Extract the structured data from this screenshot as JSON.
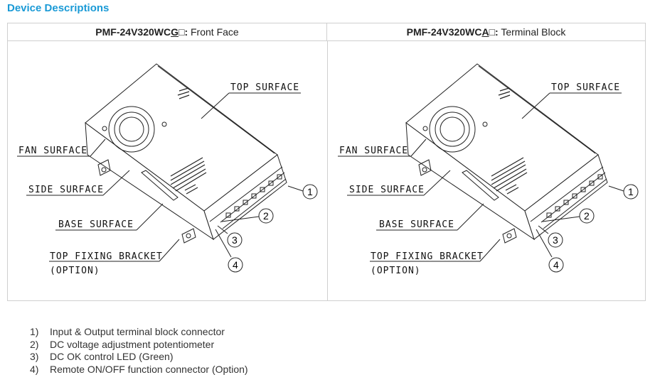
{
  "title": "Device Descriptions",
  "panels": [
    {
      "model_prefix": "PMF-24V320WC",
      "model_code": "G",
      "model_suffix": "□:",
      "description": " Front Face",
      "labels": {
        "top": "TOP SURFACE",
        "fan": "FAN SURFACE",
        "side": "SIDE SURFACE",
        "base": "BASE SURFACE",
        "bracket": "TOP FIXING BRACKET",
        "bracket_note": "(OPTION)"
      },
      "callouts": [
        "1",
        "2",
        "3",
        "4"
      ]
    },
    {
      "model_prefix": "PMF-24V320WC",
      "model_code": "A",
      "model_suffix": "□:",
      "description": " Terminal Block",
      "labels": {
        "top": "TOP SURFACE",
        "fan": "FAN SURFACE",
        "side": "SIDE SURFACE",
        "base": "BASE SURFACE",
        "bracket": "TOP FIXING BRACKET",
        "bracket_note": "(OPTION)"
      },
      "callouts": [
        "1",
        "2",
        "3",
        "4"
      ]
    }
  ],
  "notes": [
    {
      "num": "1)",
      "text": "Input & Output terminal block connector"
    },
    {
      "num": "2)",
      "text": "DC voltage adjustment potentiometer"
    },
    {
      "num": "3)",
      "text": "DC OK control LED (Green)"
    },
    {
      "num": "4)",
      "text": "Remote ON/OFF function connector (Option)"
    }
  ],
  "colors": {
    "title": "#1a9ad6",
    "border": "#cfcfcf"
  }
}
